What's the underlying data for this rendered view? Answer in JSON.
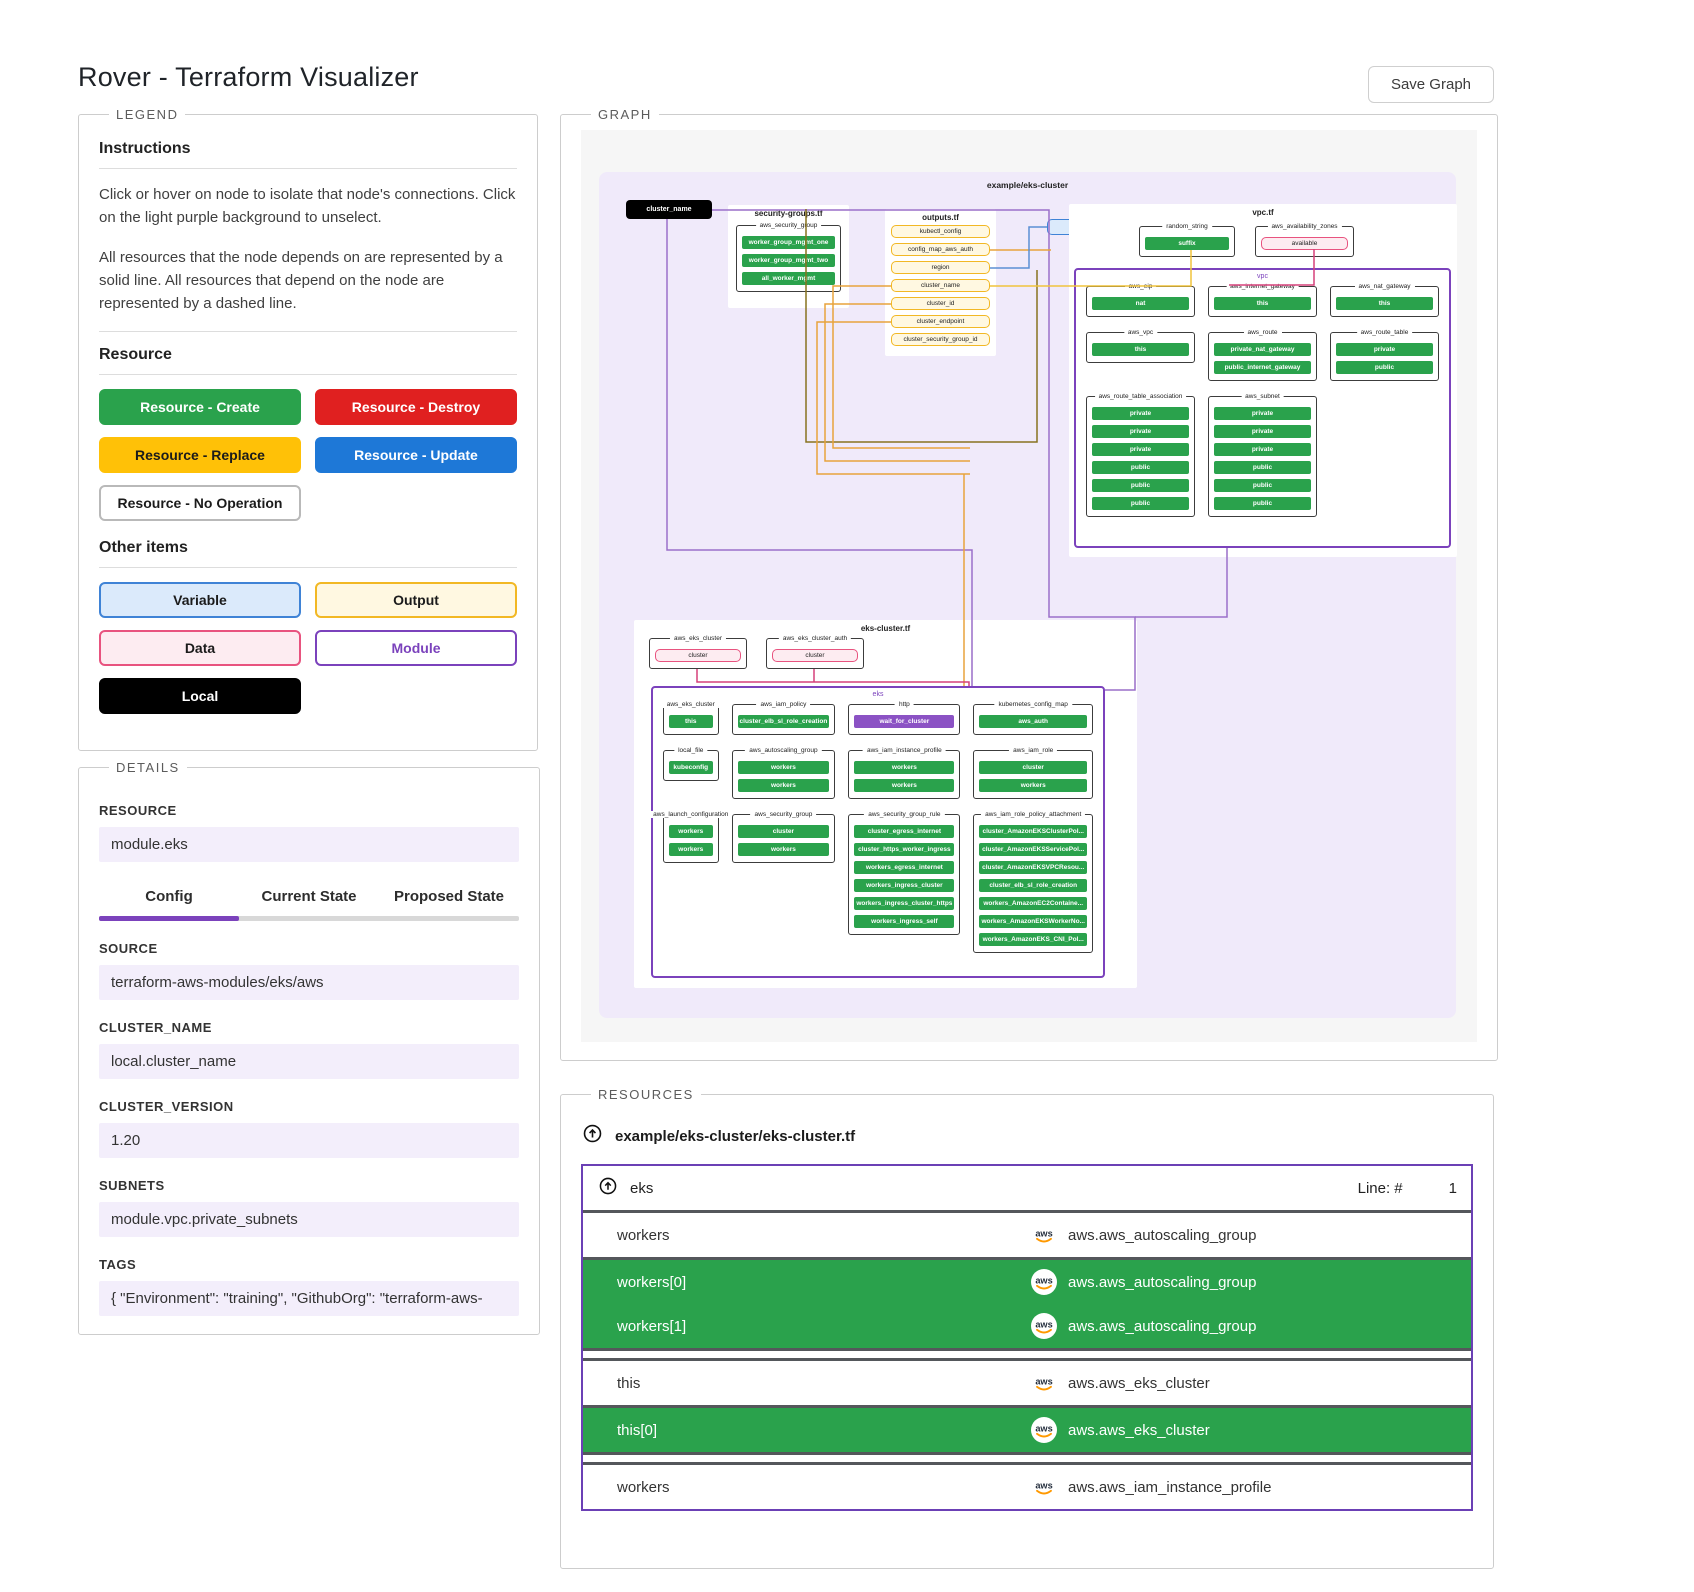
{
  "header": {
    "title": "Rover - Terraform Visualizer",
    "save_button": "Save Graph"
  },
  "colors": {
    "create": "#2aa24c",
    "destroy": "#e02020",
    "replace": "#ffc107",
    "update": "#1e78d7",
    "no_operation_border": "#b9b9b9",
    "module_purple": "#7b42bc",
    "data_pink": "#e8537f",
    "output_amber": "#f2b824",
    "variable_blue": "#3f83d6",
    "local_black": "#000000",
    "root_lavender": "#f0eafa",
    "value_lavender": "#f3eefb",
    "aws_orange": "#FF9900",
    "edge_purple": "#9a6fc9",
    "edge_orange": "#e8a33d",
    "edge_olive": "#87731f",
    "edge_pink": "#d6407a",
    "edge_blue": "#5b8fd4",
    "edge_gold": "#f0c33c"
  },
  "legend": {
    "section_label": "LEGEND",
    "instructions_title": "Instructions",
    "para1": "Click or hover on node to isolate that node's connections. Click on the light purple background to unselect.",
    "para2": "All resources that the node depends on are represented by a solid line. All resources that depend on the node are represented by a dashed line.",
    "resource_title": "Resource",
    "resource_items": [
      {
        "label": "Resource - Create",
        "bg": "#2aa24c",
        "fg": "#ffffff",
        "border": "#2aa24c"
      },
      {
        "label": "Resource - Destroy",
        "bg": "#e02020",
        "fg": "#ffffff",
        "border": "#e02020"
      },
      {
        "label": "Resource - Replace",
        "bg": "#ffc107",
        "fg": "#1b1b1b",
        "border": "#ffc107"
      },
      {
        "label": "Resource - Update",
        "bg": "#1e78d7",
        "fg": "#ffffff",
        "border": "#1e78d7"
      },
      {
        "label": "Resource - No Operation",
        "bg": "#ffffff",
        "fg": "#1b1b1b",
        "border": "#b9b9b9"
      }
    ],
    "other_title": "Other items",
    "other_items": [
      {
        "label": "Variable",
        "bg": "#dbeafb",
        "fg": "#1b1b1b",
        "border": "#3f83d6"
      },
      {
        "label": "Output",
        "bg": "#fff8e1",
        "fg": "#1b1b1b",
        "border": "#f2b824"
      },
      {
        "label": "Data",
        "bg": "#fdecf1",
        "fg": "#1b1b1b",
        "border": "#e8537f"
      },
      {
        "label": "Module",
        "bg": "#ffffff",
        "fg": "#7b42bc",
        "border": "#7b42bc"
      },
      {
        "label": "Local",
        "bg": "#000000",
        "fg": "#ffffff",
        "border": "#000000"
      }
    ]
  },
  "details": {
    "section_label": "DETAILS",
    "resource_label": "RESOURCE",
    "resource_value": "module.eks",
    "tabs": [
      "Config",
      "Current State",
      "Proposed State"
    ],
    "active_tab": "Config",
    "fields": [
      {
        "label": "SOURCE",
        "value": "terraform-aws-modules/eks/aws"
      },
      {
        "label": "CLUSTER_NAME",
        "value": "local.cluster_name"
      },
      {
        "label": "CLUSTER_VERSION",
        "value": "1.20"
      },
      {
        "label": "SUBNETS",
        "value": "module.vpc.private_subnets"
      },
      {
        "label": "TAGS",
        "value": "{ \"Environment\": \"training\", \"GithubOrg\": \"terraform-aws-"
      }
    ]
  },
  "graph": {
    "section_label": "GRAPH",
    "root_label": "example/eks-cluster",
    "local_node": "cluster_name",
    "variable_node": "region",
    "security_groups_file": {
      "name": "security-groups.tf",
      "group": "aws_security_group",
      "nodes": [
        "worker_group_mgmt_one",
        "worker_group_mgmt_two",
        "all_worker_mgmt"
      ]
    },
    "outputs_file": {
      "name": "outputs.tf",
      "nodes": [
        "kubectl_config",
        "config_map_aws_auth",
        "region",
        "cluster_name",
        "cluster_id",
        "cluster_endpoint",
        "cluster_security_group_id"
      ]
    },
    "vpc_file": {
      "name": "vpc.tf",
      "data_groups": [
        {
          "name": "random_string",
          "nodes": [
            {
              "label": "suffix",
              "kind": "create"
            }
          ]
        },
        {
          "name": "aws_availability_zones",
          "nodes": [
            {
              "label": "available",
              "kind": "data"
            }
          ]
        }
      ],
      "module": {
        "name": "vpc",
        "groups": [
          {
            "name": "aws_eip",
            "nodes": [
              "nat"
            ]
          },
          {
            "name": "aws_internet_gateway",
            "nodes": [
              "this"
            ]
          },
          {
            "name": "aws_nat_gateway",
            "nodes": [
              "this"
            ]
          },
          {
            "name": "aws_vpc",
            "nodes": [
              "this"
            ]
          },
          {
            "name": "aws_route",
            "nodes": [
              "private_nat_gateway",
              "public_internet_gateway"
            ]
          },
          {
            "name": "aws_route_table",
            "nodes": [
              "private",
              "public"
            ]
          },
          {
            "name": "aws_route_table_association",
            "nodes": [
              "private",
              "private",
              "private",
              "public",
              "public",
              "public"
            ]
          },
          {
            "name": "aws_subnet",
            "nodes": [
              "private",
              "private",
              "private",
              "public",
              "public",
              "public"
            ]
          }
        ]
      }
    },
    "eks_file": {
      "name": "eks-cluster.tf",
      "data_groups": [
        {
          "name": "aws_eks_cluster",
          "nodes": [
            {
              "label": "cluster",
              "kind": "data"
            }
          ]
        },
        {
          "name": "aws_eks_cluster_auth",
          "nodes": [
            {
              "label": "cluster",
              "kind": "data"
            }
          ]
        }
      ],
      "module": {
        "name": "eks",
        "groups": [
          {
            "name": "aws_eks_cluster",
            "nodes": [
              "this"
            ]
          },
          {
            "name": "aws_iam_policy",
            "nodes": [
              "cluster_elb_sl_role_creation"
            ]
          },
          {
            "name": "http",
            "nodes": [
              {
                "label": "wait_for_cluster",
                "kind": "purple"
              }
            ]
          },
          {
            "name": "kubernetes_config_map",
            "nodes": [
              "aws_auth"
            ]
          },
          {
            "name": "local_file",
            "nodes": [
              "kubeconfig"
            ]
          },
          {
            "name": "aws_autoscaling_group",
            "nodes": [
              "workers",
              "workers"
            ]
          },
          {
            "name": "aws_iam_instance_profile",
            "nodes": [
              "workers",
              "workers"
            ]
          },
          {
            "name": "aws_iam_role",
            "nodes": [
              "cluster",
              "workers"
            ]
          },
          {
            "name": "aws_launch_configuration",
            "nodes": [
              "workers",
              "workers"
            ]
          },
          {
            "name": "aws_security_group",
            "nodes": [
              "cluster",
              "workers"
            ]
          },
          {
            "name": "aws_security_group_rule",
            "nodes": [
              "cluster_egress_internet",
              "cluster_https_worker_ingress",
              "workers_egress_internet",
              "workers_ingress_cluster",
              "workers_ingress_cluster_https",
              "workers_ingress_self"
            ]
          },
          {
            "name": "aws_iam_role_policy_attachment",
            "nodes": [
              "cluster_AmazonEKSClusterPol...",
              "cluster_AmazonEKSServicePol...",
              "cluster_AmazonEKSVPCResou...",
              "cluster_elb_sl_role_creation",
              "workers_AmazonEC2Containe...",
              "workers_AmazonEKSWorkerNo...",
              "workers_AmazonEKS_CNI_Pol..."
            ]
          }
        ]
      }
    }
  },
  "resources": {
    "section_label": "RESOURCES",
    "file_header": "example/eks-cluster/eks-cluster.tf",
    "module_header": "eks",
    "line_label": "Line: #",
    "line_value": "1",
    "rows": [
      {
        "name": "workers",
        "type": "aws.aws_autoscaling_group",
        "state": "none",
        "section": 0
      },
      {
        "name": "workers[0]",
        "type": "aws.aws_autoscaling_group",
        "state": "create",
        "section": 0
      },
      {
        "name": "workers[1]",
        "type": "aws.aws_autoscaling_group",
        "state": "create",
        "section": 0
      },
      {
        "name": "this",
        "type": "aws.aws_eks_cluster",
        "state": "none",
        "section": 1
      },
      {
        "name": "this[0]",
        "type": "aws.aws_eks_cluster",
        "state": "create",
        "section": 1
      },
      {
        "name": "workers",
        "type": "aws.aws_iam_instance_profile",
        "state": "none",
        "section": 2
      }
    ]
  }
}
